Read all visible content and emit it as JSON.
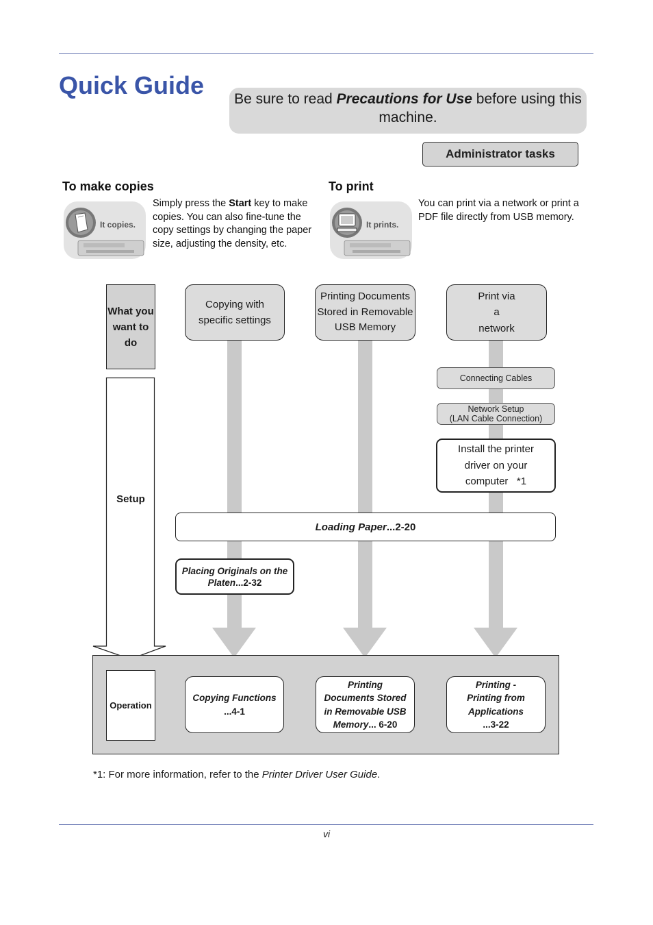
{
  "header": {
    "title": "Quick Guide",
    "notice_pre": "Be sure to read ",
    "notice_bold": "Precautions for Use",
    "notice_post": " before using this machine.",
    "admin_label": "Administrator tasks"
  },
  "copies": {
    "heading": "To make copies",
    "icon_caption": "It copies.",
    "text_pre": "Simply press the ",
    "text_bold": "Start",
    "text_post": " key to make copies. You can also fine-tune the copy settings by changing the paper size, adjusting the density, etc."
  },
  "print": {
    "heading": "To print",
    "icon_caption": "It prints.",
    "text": "You can print via a network or print a PDF file directly from USB memory."
  },
  "flow": {
    "row_labels": {
      "what": "What you want to do",
      "setup": "Setup",
      "operation": "Operation"
    },
    "goals": {
      "copy": "Copying with specific settings",
      "usb": "Printing Documents Stored in Removable USB Memory",
      "network": "Print via a network"
    },
    "network_steps": {
      "cables": "Connecting Cables",
      "setup_line1": "Network Setup",
      "setup_line2": "(LAN Cable Connection)",
      "driver": "Install the printer driver on your computer",
      "driver_note": "*1"
    },
    "loading_paper": {
      "title": "Loading Paper",
      "ref": "...2-20"
    },
    "placing_originals": {
      "title": "Placing Originals on the Platen",
      "ref": "...2-32"
    },
    "operations": {
      "copy": {
        "title": "Copying Functions",
        "ref": "...4-1"
      },
      "usb": {
        "title": "Printing Documents Stored in Removable USB Memory",
        "ref": "... 6-20"
      },
      "network": {
        "title": "Printing - Printing from Applications",
        "ref": "...3-22"
      }
    }
  },
  "footnote": {
    "pre": "*1: For more information, refer to the ",
    "italic": "Printer Driver User Guide",
    "post": "."
  },
  "page_number": "vi"
}
